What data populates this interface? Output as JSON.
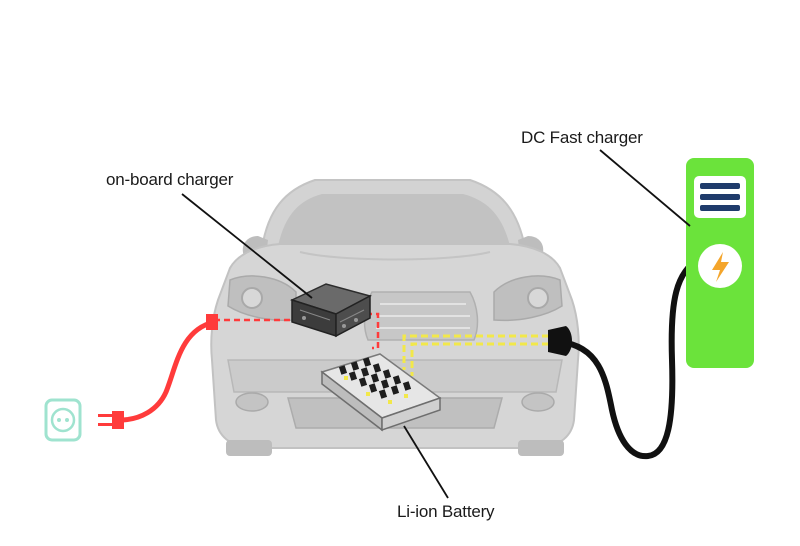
{
  "labels": {
    "onboard_charger": "on-board charger",
    "dc_fast_charger": "DC Fast charger",
    "li_ion_battery": "Li-ion Battery"
  },
  "colors": {
    "car_body": "#cfcfcf",
    "car_detail": "#b5b5b5",
    "ac_cable": "#ff3b3b",
    "dc_path": "#f2e84a",
    "dc_cable": "#111111",
    "charger_station": "#6be33b",
    "outlet": "#9fe3cf",
    "label_text": "#1a1a1a"
  },
  "icons": {
    "outlet": "wall-outlet-icon",
    "plug": "plug-icon",
    "lightning": "lightning-bolt-icon",
    "display": "charger-display-icon"
  }
}
